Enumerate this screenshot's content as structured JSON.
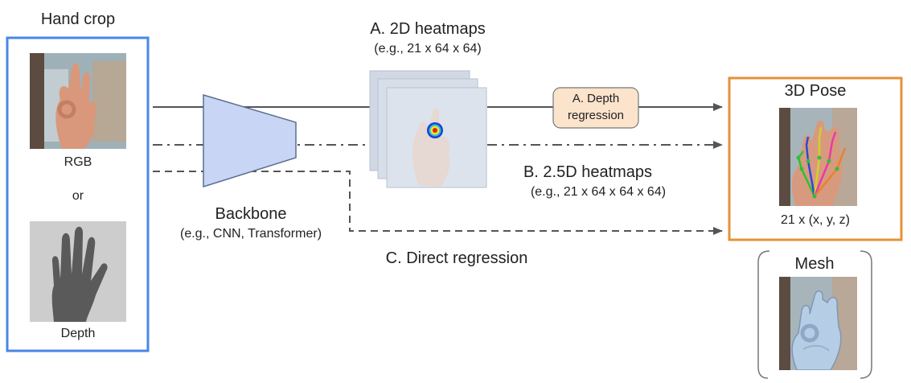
{
  "input": {
    "title": "Hand crop",
    "rgb_label": "RGB",
    "or_label": "or",
    "depth_label": "Depth"
  },
  "backbone": {
    "title": "Backbone",
    "subtitle": "(e.g., CNN, Transformer)"
  },
  "heatmaps_2d": {
    "title": "A. 2D heatmaps",
    "subtitle": "(e.g., 21 x 64 x 64)"
  },
  "depth_regression": {
    "line1": "A. Depth",
    "line2": "regression"
  },
  "heatmaps_25d": {
    "title": "B. 2.5D heatmaps",
    "subtitle": "(e.g., 21 x 64 x 64 x 64)"
  },
  "direct_regression": {
    "label": "C. Direct regression"
  },
  "pose": {
    "title": "3D Pose",
    "caption": "21 x (x, y, z)"
  },
  "mesh": {
    "title": "Mesh"
  },
  "colors": {
    "input_border": "#4a86e8",
    "pose_border": "#e69138",
    "backbone_fill": "#c9d5f5",
    "depth_box_fill": "#fbe3cc",
    "arrow": "#555555"
  }
}
